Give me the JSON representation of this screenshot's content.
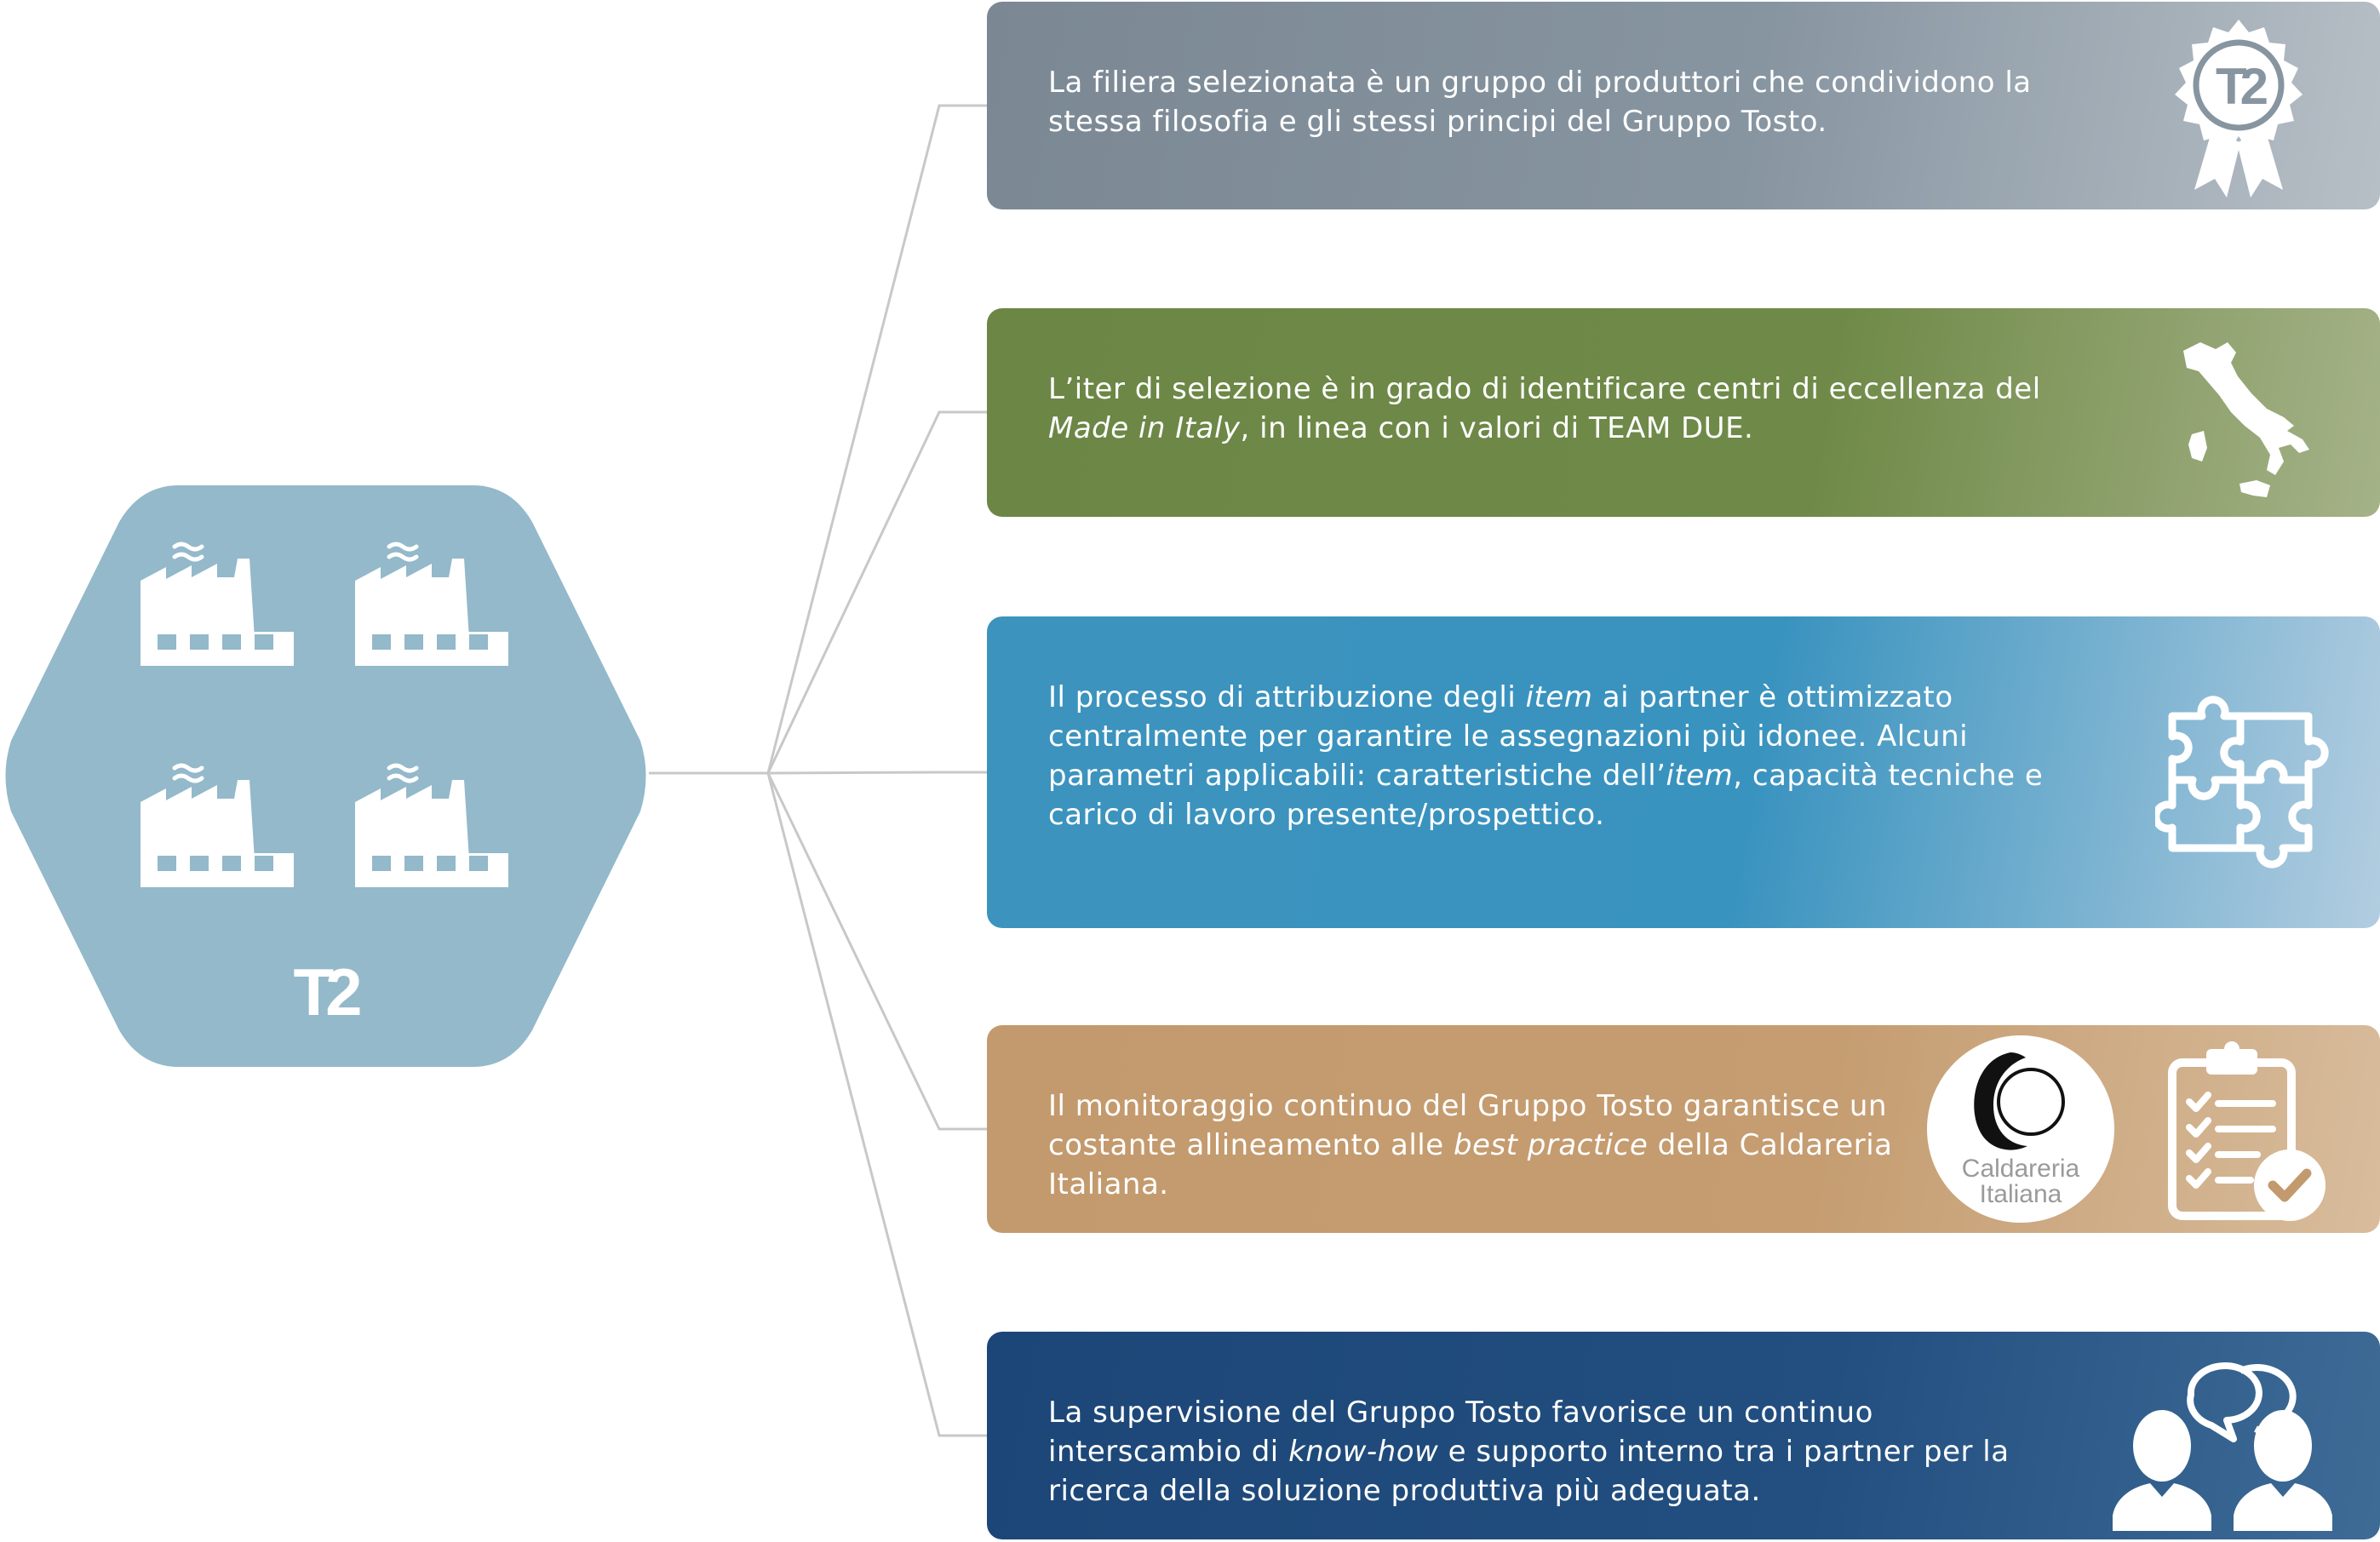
{
  "colors": {
    "hexagon": "#93b9ca",
    "connector": "#c8c8c8",
    "card1": "#7f8c98",
    "card2": "#6c8646",
    "card3": "#3a94c0",
    "card4": "#c39a6d",
    "card5": "#1c4677"
  },
  "hub": {
    "logo_text": "T2",
    "icons": [
      "factory-icon",
      "factory-icon",
      "factory-icon",
      "factory-icon"
    ]
  },
  "cards": [
    {
      "segments": [
        {
          "t": "La filiera selezionata è un gruppo di produttori che condividono la stessa filosofia e gli stessi principi del Gruppo Tosto.",
          "i": false
        }
      ],
      "icon": "award-badge-icon",
      "badge_text": "T2"
    },
    {
      "segments": [
        {
          "t": "L’iter di selezione è in grado di identificare centri di eccellenza del ",
          "i": false
        },
        {
          "t": "Made in Italy",
          "i": true
        },
        {
          "t": ", in linea con i valori di TEAM DUE.",
          "i": false
        }
      ],
      "icon": "italy-map-icon"
    },
    {
      "segments": [
        {
          "t": "Il processo di attribuzione degli ",
          "i": false
        },
        {
          "t": "item",
          "i": true
        },
        {
          "t": " ai partner è ottimizzato centralmente per garantire le assegnazioni più idonee. Alcuni parametri applicabili: caratteristiche dell’",
          "i": false
        },
        {
          "t": "item",
          "i": true
        },
        {
          "t": ", capacità tecniche e carico di lavoro presente/prospettico.",
          "i": false
        }
      ],
      "icon": "puzzle-icon"
    },
    {
      "segments": [
        {
          "t": "Il monitoraggio continuo del Gruppo Tosto garantisce  un costante allineamento alle ",
          "i": false
        },
        {
          "t": "best practice",
          "i": true
        },
        {
          "t": " della Caldareria Italiana.",
          "i": false
        }
      ],
      "icon": "clipboard-check-icon",
      "logo": {
        "line1": "Caldareria",
        "line2": "Italiana"
      }
    },
    {
      "segments": [
        {
          "t": "La supervisione del Gruppo Tosto favorisce un continuo interscambio di ",
          "i": false
        },
        {
          "t": "know-how",
          "i": true
        },
        {
          "t": " e supporto interno tra i partner per la ricerca della soluzione produttiva più adeguata.",
          "i": false
        }
      ],
      "icon": "people-chat-icon"
    }
  ]
}
